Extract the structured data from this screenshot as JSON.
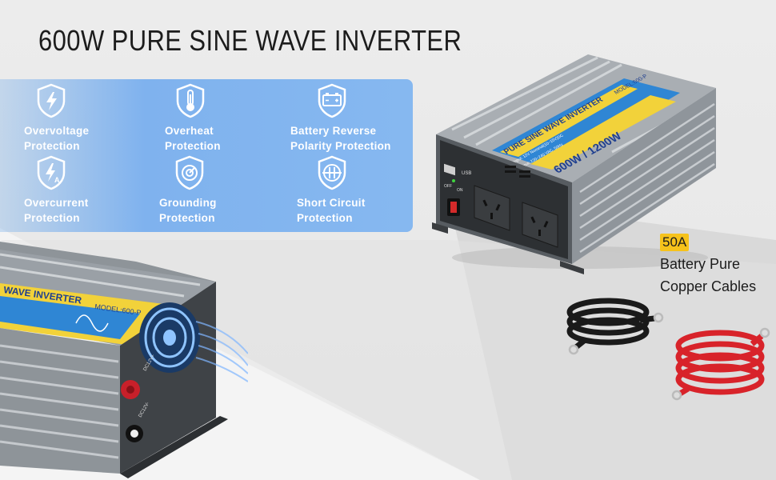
{
  "headline": "600W PURE SINE WAVE INVERTER",
  "features": [
    {
      "icon": "lightning-shield-icon",
      "line1": "Overvoltage",
      "line2": "Protection"
    },
    {
      "icon": "thermometer-shield-icon",
      "line1": "Overheat",
      "line2": "Protection"
    },
    {
      "icon": "battery-shield-icon",
      "line1": "Battery Reverse",
      "line2": "Polarity Protection"
    },
    {
      "icon": "current-shield-icon",
      "line1": "Overcurrent",
      "line2": "Protection"
    },
    {
      "icon": "ground-shield-icon",
      "line1": "Grounding",
      "line2": "Protection"
    },
    {
      "icon": "short-circuit-shield-icon",
      "line1": "Short Circuit",
      "line2": "Protection"
    }
  ],
  "product_main": {
    "banner": "PURE SINE WAVE INVERTER",
    "rating": "600W / 1200W",
    "model": "MODEL:600-P",
    "usb_label": "USB",
    "switch_off": "OFF",
    "switch_on": "ON",
    "spec_input": "Input: 12V Nominal(10~15V)DC",
    "spec_output": "Output: 220~240 VAC, 50Hz"
  },
  "product_rear": {
    "banner": "WAVE INVERTER",
    "model": "MODEL:600-P",
    "terminal_pos": "DC12V+",
    "terminal_neg": "DC12V-"
  },
  "cables": {
    "amperage": "50A",
    "line1": "Battery Pure",
    "line2": "Copper Cables"
  },
  "colors": {
    "panel_blue": "#86b8f0",
    "banner_yellow": "#f2d23a",
    "cable_red": "#d8232a",
    "cable_black": "#1a1a1a",
    "highlight": "#f6c21b"
  }
}
